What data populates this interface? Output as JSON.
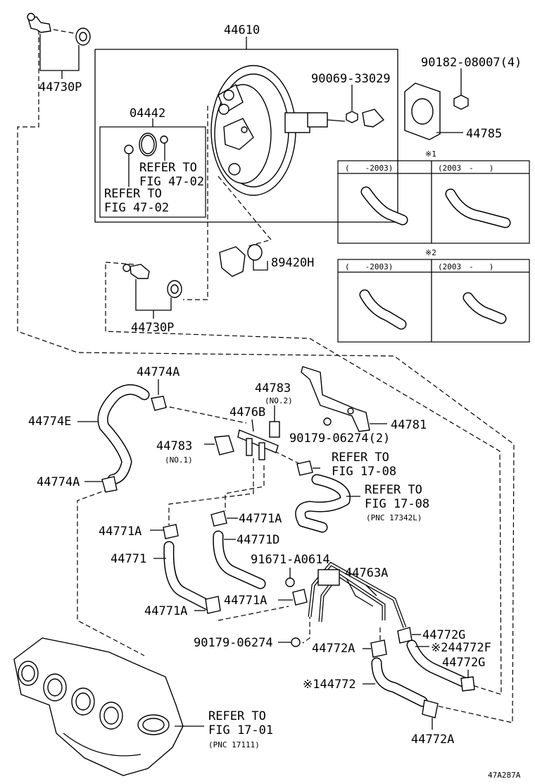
{
  "labels": {
    "booster": "44610",
    "gasket_kit": "04442",
    "refer_upper_1": "REFER TO",
    "refer_upper_2": "FIG 47-02",
    "refer_lower_1": "REFER TO",
    "refer_lower_2": "FIG 47-02",
    "nut_1": "90069-33029",
    "nut_2": "90182-08007(4)",
    "gasket": "44785",
    "check_valve_top": "44730P",
    "check_valve_mid": "44730P",
    "switch": "89420H",
    "note_1": "※1",
    "note_2": "※2",
    "clamp_774a_top": "44774A",
    "hose_774e": "44774E",
    "clamp_774a_bot": "44774A",
    "union_783_no2": "44783",
    "union_783_no2_sub": "(NO.2)",
    "joint": "4476B",
    "union_783_no1": "44783",
    "union_783_no1_sub": "(NO.1)",
    "bracket": "44781",
    "bolt_2": "90179-06274(2)",
    "refer_a_1": "REFER TO",
    "refer_a_2": "FIG 17-08",
    "refer_b_1": "REFER TO",
    "refer_b_2": "FIG 17-08",
    "refer_b_3": "(PNC 17342L)",
    "clamp_771a_r": "44771A",
    "clamp_771a_l": "44771A",
    "hose_771d": "44771D",
    "hose_771": "44771",
    "bolt_91671": "91671-A0614",
    "pipe_763a": "44763A",
    "clamp_771a_b1": "44771A",
    "clamp_771a_b2": "44771A",
    "clamp_772g_1": "44772G",
    "hose_772f": "※244772F",
    "clamp_772g_2": "44772G",
    "bolt_bottom": "90179-06274",
    "clamp_772a_mid": "44772A",
    "hose_772": "※144772",
    "clamp_772a_bot": "44772A",
    "refer_c_1": "REFER TO",
    "refer_c_2": "FIG 17-01",
    "refer_c_3": "(PNC 17111)",
    "figure_code": "47A287A"
  },
  "tables": {
    "table_1": {
      "col_1": "(　　-2003)",
      "col_2": "(2003　-　　)"
    },
    "table_2": {
      "col_1": "(　　-2003)",
      "col_2": "(2003　-　　)"
    }
  }
}
